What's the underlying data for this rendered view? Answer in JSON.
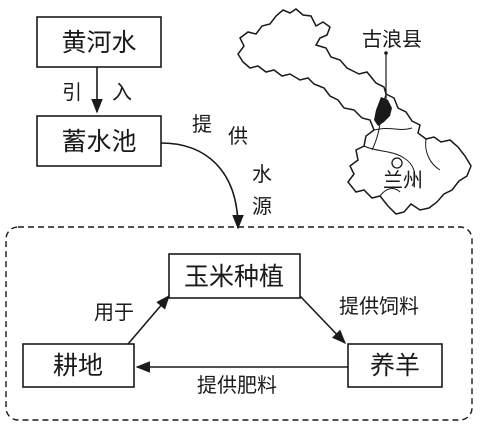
{
  "flow": {
    "source_box": "黄河水",
    "intake_label_1": "引",
    "intake_label_2": "入",
    "pool_box": "蓄水池",
    "supply_label": [
      "提",
      "供",
      "水",
      "源"
    ]
  },
  "cycle": {
    "corn_box": "玉米种植",
    "farmland_box": "耕地",
    "sheep_box": "养羊",
    "use_label": "用于",
    "feed_label": "提供饲料",
    "fertilizer_label": "提供肥料"
  },
  "map": {
    "county_label": "古浪县",
    "city_label": "兰州"
  }
}
